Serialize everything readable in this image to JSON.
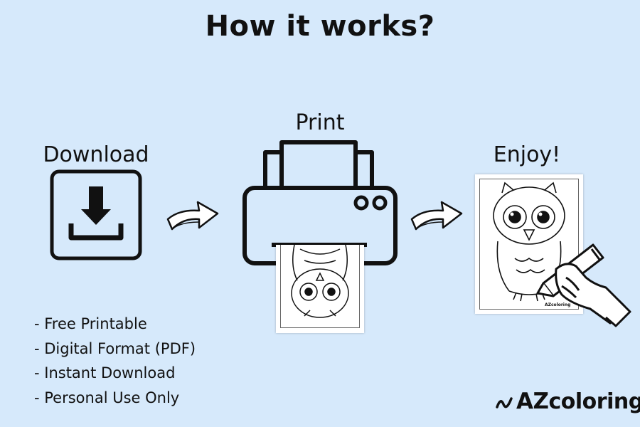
{
  "title": "How it works?",
  "steps": [
    {
      "label": "Download",
      "icon": "download-icon"
    },
    {
      "label": "Print",
      "icon": "printer-icon"
    },
    {
      "label": "Enjoy!",
      "icon": "coloring-page-icon"
    }
  ],
  "features": [
    "- Free Printable",
    "- Digital Format (PDF)",
    "- Instant Download",
    "- Personal Use Only"
  ],
  "brand": {
    "prefix": "AZ",
    "rest": "coloring",
    "mini": "AZcoloring"
  },
  "colors": {
    "background": "#d6e9fb",
    "ink": "#111111",
    "paper": "#ffffff"
  }
}
